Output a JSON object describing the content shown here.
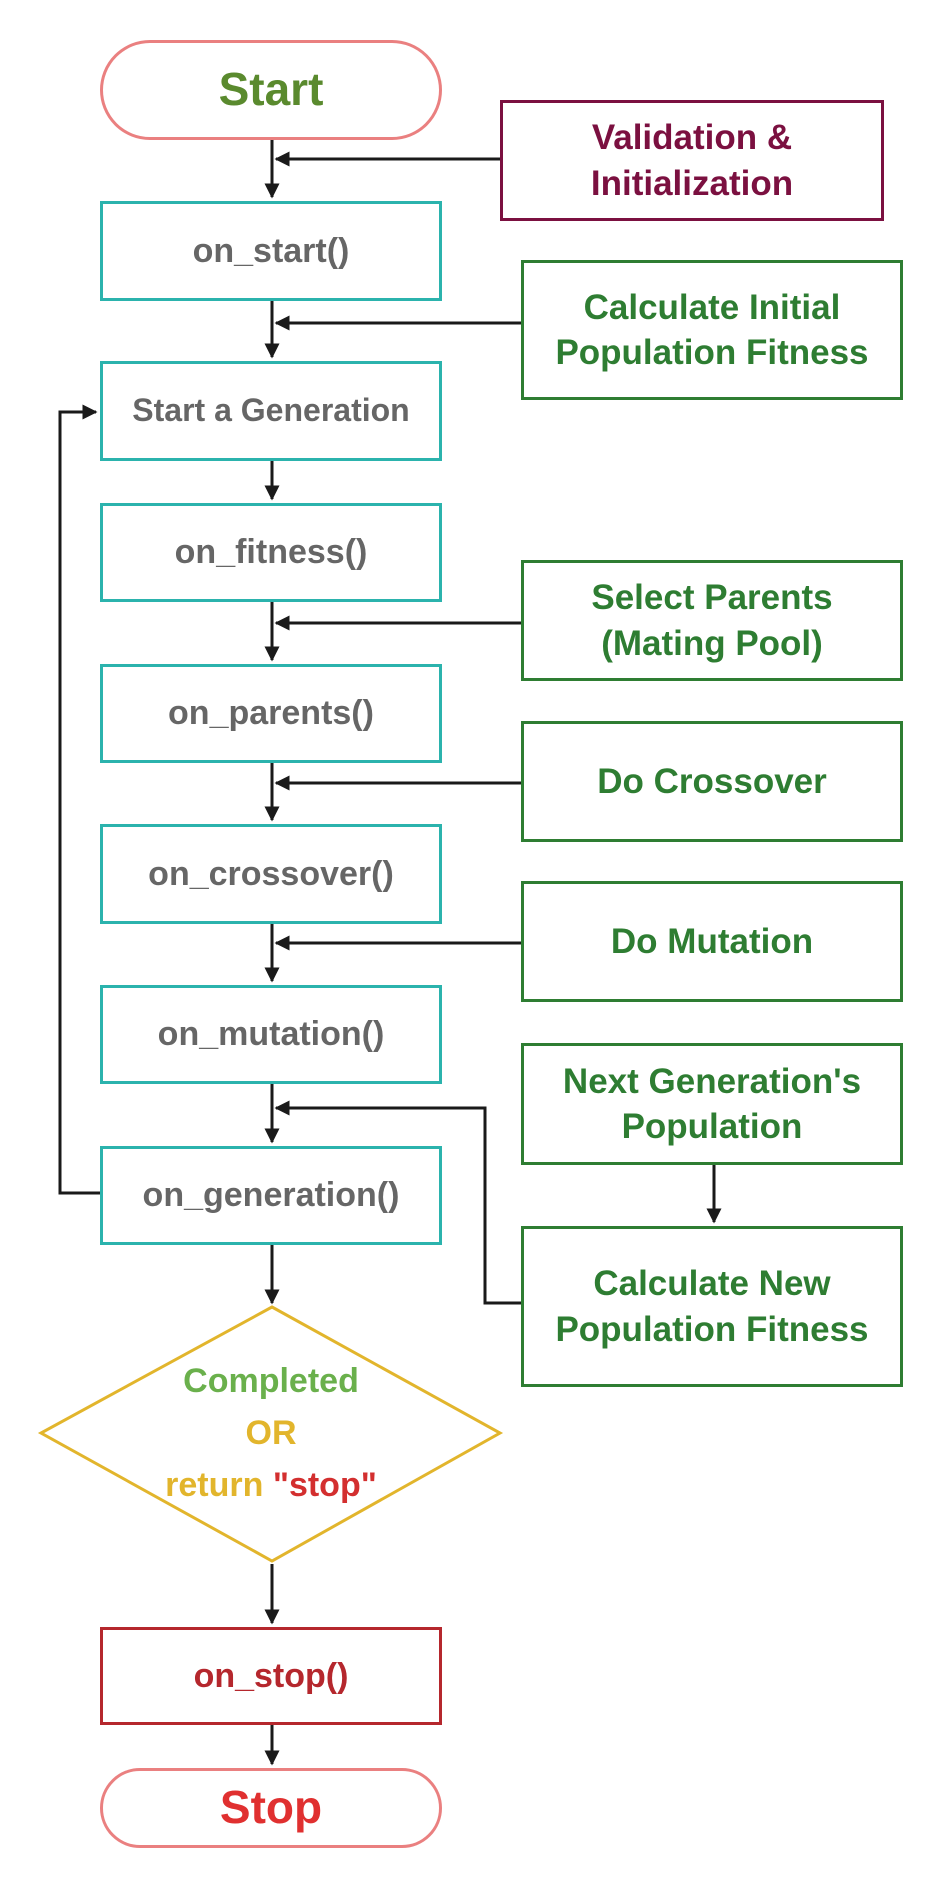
{
  "start": "Start",
  "validation": [
    "Validation &",
    "Initialization"
  ],
  "on_start": "on_start()",
  "calc_initial": [
    "Calculate Initial",
    "Population Fitness"
  ],
  "start_generation": "Start a Generation",
  "on_fitness": "on_fitness()",
  "select_parents": [
    "Select Parents",
    "(Mating Pool)"
  ],
  "on_parents": "on_parents()",
  "do_crossover": "Do Crossover",
  "on_crossover": "on_crossover()",
  "do_mutation": "Do Mutation",
  "on_mutation": "on_mutation()",
  "next_generation": [
    "Next Generation's",
    "Population"
  ],
  "on_generation": "on_generation()",
  "calc_new": [
    "Calculate New",
    "Population Fitness"
  ],
  "decision": {
    "completed": "Completed",
    "or": "OR",
    "return_word": "return",
    "stop_word": "\"stop\""
  },
  "on_stop": "on_stop()",
  "stop": "Stop",
  "colors": {
    "teal": "#2bb3ad",
    "green": "#2e7d32",
    "maroon": "#7b1040",
    "red": "#b5272d",
    "gold": "#e2b52c",
    "light_green": "#6ab04c",
    "pink": "#ea8080"
  }
}
